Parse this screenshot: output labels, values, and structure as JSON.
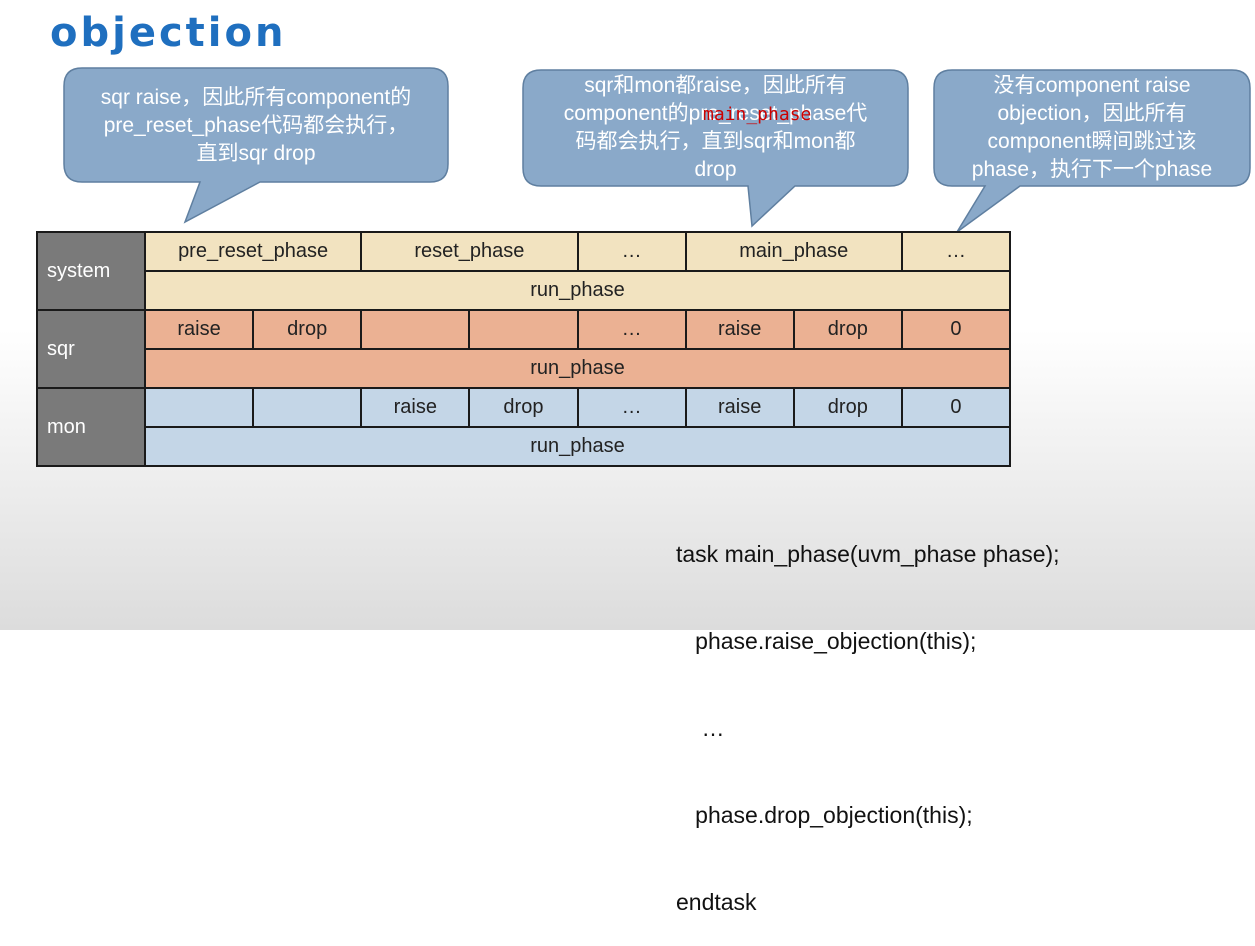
{
  "title": "objection",
  "callouts": [
    {
      "lines": [
        "sqr raise，因此所有component的",
        "pre_reset_phase代码都会执行，",
        "直到sqr drop"
      ]
    },
    {
      "lines": [
        "sqr和mon都raise，因此所有",
        "component的pre_reset_phase代",
        "码都会执行，直到sqr和mon都",
        "drop"
      ]
    },
    {
      "lines": [
        "没有component raise",
        "objection，因此所有",
        "component瞬间跳过该",
        "phase，执行下一个phase"
      ]
    }
  ],
  "overlay_label": "main_phase",
  "table": {
    "system": {
      "label": "system",
      "phases": [
        "pre_reset_phase",
        "reset_phase",
        "…",
        "main_phase",
        "…"
      ],
      "run": "run_phase"
    },
    "sqr": {
      "label": "sqr",
      "cells": [
        "raise",
        "drop",
        "",
        "",
        "…",
        "raise",
        "drop",
        "0"
      ],
      "run": "run_phase"
    },
    "mon": {
      "label": "mon",
      "cells": [
        "",
        "",
        "raise",
        "drop",
        "…",
        "raise",
        "drop",
        "0"
      ],
      "run": "run_phase"
    }
  },
  "code_lines": [
    "task main_phase(uvm_phase phase);",
    "   phase.raise_objection(this);",
    "    …",
    "   phase.drop_objection(this);",
    "endtask"
  ],
  "colors": {
    "title": "#1f6fbf",
    "callout_fill": "#8aa9c9",
    "callout_border": "#5f7fa0",
    "system_row": "#f2e3c0",
    "sqr_row": "#ebb193",
    "mon_row": "#c4d6e7",
    "label_cell": "#7a7a7a"
  }
}
